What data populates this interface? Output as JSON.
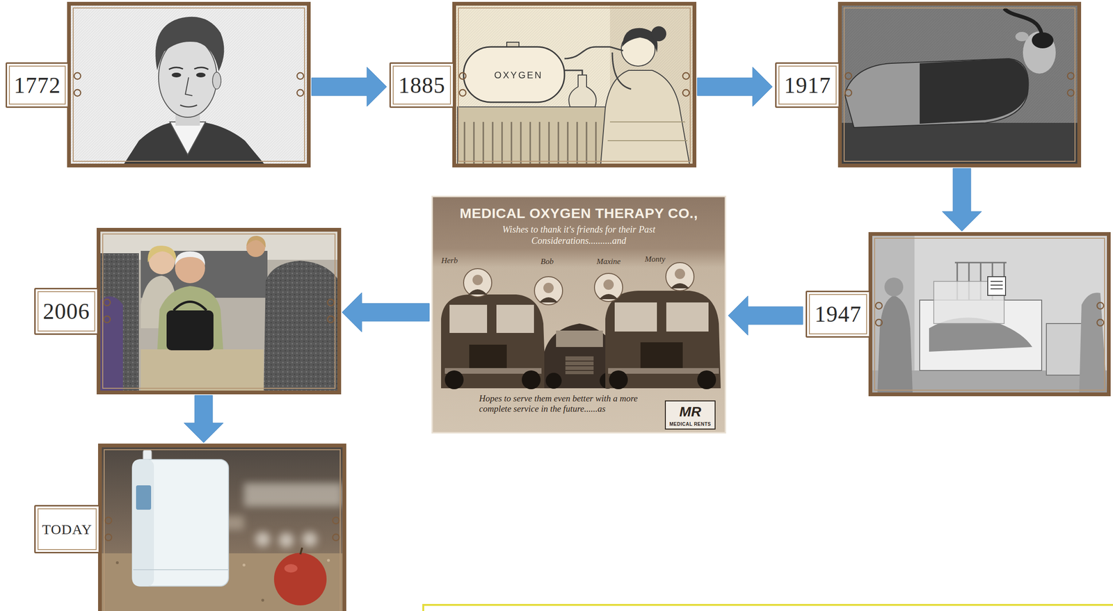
{
  "diagram": {
    "nodes": [
      {
        "text": [
          "1772"
        ]
      },
      {
        "text": [
          "1885"
        ]
      },
      {
        "text": [
          "1917"
        ]
      },
      {
        "text": [
          "1947"
        ]
      },
      {
        "text": [
          "MEDICAL OXYGEN THERAPY CO.,",
          "Wishes to thank it's friends for their Past Considerations..........and",
          "Hopes to serve them even better with a more complete service in the future......as"
        ]
      },
      {
        "text": [
          "2006"
        ]
      },
      {
        "text": [
          "TODAY"
        ]
      }
    ],
    "edges": [
      {
        "from": 0,
        "to": 1,
        "arrow": "to"
      },
      {
        "from": 1,
        "to": 2,
        "arrow": "to"
      },
      {
        "from": 2,
        "to": 3,
        "arrow": "to"
      },
      {
        "from": 3,
        "to": 4,
        "arrow": "to"
      },
      {
        "from": 4,
        "to": 5,
        "arrow": "to"
      },
      {
        "from": 5,
        "to": 6,
        "arrow": "to"
      }
    ],
    "labels": [
      "OXYGEN",
      "Herb",
      "Bob",
      "Maxine",
      "Monty",
      "MR",
      "MEDICAL RENTS"
    ]
  }
}
